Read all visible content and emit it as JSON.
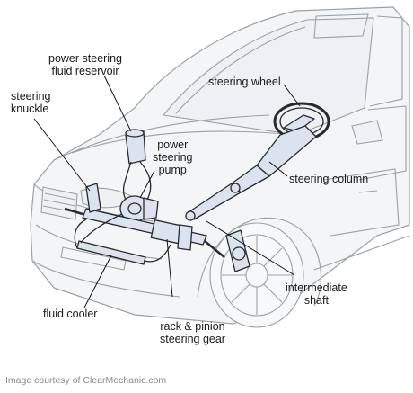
{
  "labels": {
    "reservoir": "power steering\nfluid reservoir",
    "knuckle": "steering\nknuckle",
    "pump": "power\nsteering\npump",
    "wheel": "steering wheel",
    "column": "steering column",
    "shaft": "intermediate\nshaft",
    "cooler": "fluid cooler",
    "rack": "rack & pinion\nsteering gear"
  },
  "credit": "Image courtesy of ClearMechanic.com",
  "colors": {
    "car_outline": "#9aa0a6",
    "car_fill": "#f4f5f6",
    "component_fill": "#dbe3f0",
    "component_stroke": "#2a2a2a",
    "leader": "#111111",
    "text": "#1a1a1a",
    "credit": "#8a8a8a"
  }
}
